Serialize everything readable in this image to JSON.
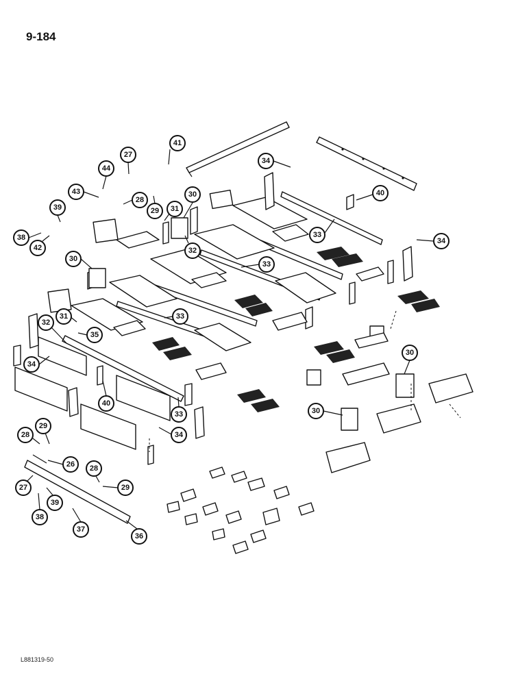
{
  "header": {
    "page_number": "9-184"
  },
  "footer": {
    "drawing_code": "L881319-50"
  },
  "callouts": [
    {
      "id": "c41",
      "label": "41"
    },
    {
      "id": "c27a",
      "label": "27"
    },
    {
      "id": "c44",
      "label": "44"
    },
    {
      "id": "c34a",
      "label": "34"
    },
    {
      "id": "c43",
      "label": "43"
    },
    {
      "id": "c40a",
      "label": "40"
    },
    {
      "id": "c28a",
      "label": "28"
    },
    {
      "id": "c30a",
      "label": "30"
    },
    {
      "id": "c29a",
      "label": "29"
    },
    {
      "id": "c39a",
      "label": "39"
    },
    {
      "id": "c31a",
      "label": "31"
    },
    {
      "id": "c33a",
      "label": "33"
    },
    {
      "id": "c38a",
      "label": "38"
    },
    {
      "id": "c34b",
      "label": "34"
    },
    {
      "id": "c42",
      "label": "42"
    },
    {
      "id": "c32a",
      "label": "32"
    },
    {
      "id": "c30b",
      "label": "30"
    },
    {
      "id": "c33b",
      "label": "33"
    },
    {
      "id": "c31b",
      "label": "31"
    },
    {
      "id": "c33c",
      "label": "33"
    },
    {
      "id": "c32b",
      "label": "32"
    },
    {
      "id": "c35",
      "label": "35"
    },
    {
      "id": "c34c",
      "label": "34"
    },
    {
      "id": "c30c",
      "label": "30"
    },
    {
      "id": "c40b",
      "label": "40"
    },
    {
      "id": "c33d",
      "label": "33"
    },
    {
      "id": "c30d",
      "label": "30"
    },
    {
      "id": "c29b",
      "label": "29"
    },
    {
      "id": "c28b",
      "label": "28"
    },
    {
      "id": "c34d",
      "label": "34"
    },
    {
      "id": "c26",
      "label": "26"
    },
    {
      "id": "c28c",
      "label": "28"
    },
    {
      "id": "c27b",
      "label": "27"
    },
    {
      "id": "c29c",
      "label": "29"
    },
    {
      "id": "c39b",
      "label": "39"
    },
    {
      "id": "c38b",
      "label": "38"
    },
    {
      "id": "c37",
      "label": "37"
    },
    {
      "id": "c36",
      "label": "36"
    }
  ]
}
